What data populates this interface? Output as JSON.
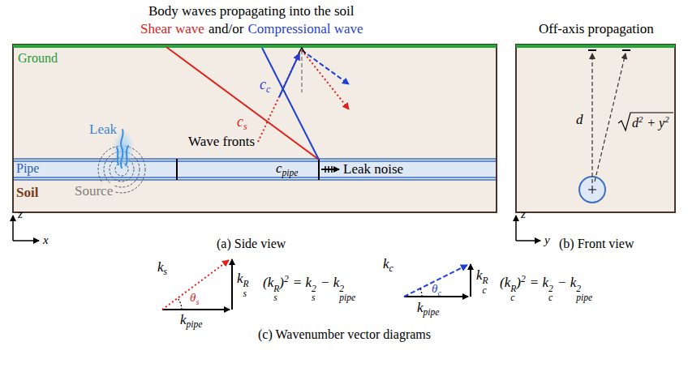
{
  "diagram": {
    "title": "Body waves propagating into the soil",
    "labels": [
      "Shear wave",
      "and/or",
      "Compressional wave",
      "Off-axis propagation",
      "Ground",
      "Leak",
      "Source",
      "Pipe",
      "Soil",
      "Wave fronts",
      "c",
      "pipe",
      "Leak noise",
      "c",
      "c",
      "c",
      "s",
      "z",
      "x",
      "(a) Side view",
      "d",
      "d",
      "2",
      "+ y",
      "2",
      "z",
      "y",
      "(b) Front view",
      "k",
      "s",
      "k",
      "R",
      "s",
      "θ",
      "s",
      "k",
      "pipe",
      "(k",
      "R",
      "s",
      ")",
      "2",
      "= k",
      "2",
      "s",
      "− k",
      "2",
      "pipe",
      "k",
      "c",
      "k",
      "R",
      "c",
      "θ",
      "c",
      "k",
      "pipe",
      "(k",
      "R",
      "c",
      ")",
      "2",
      "= k",
      "2",
      "c",
      "− k",
      "2",
      "pipe",
      "(c) Wavenumber vector diagrams"
    ]
  }
}
